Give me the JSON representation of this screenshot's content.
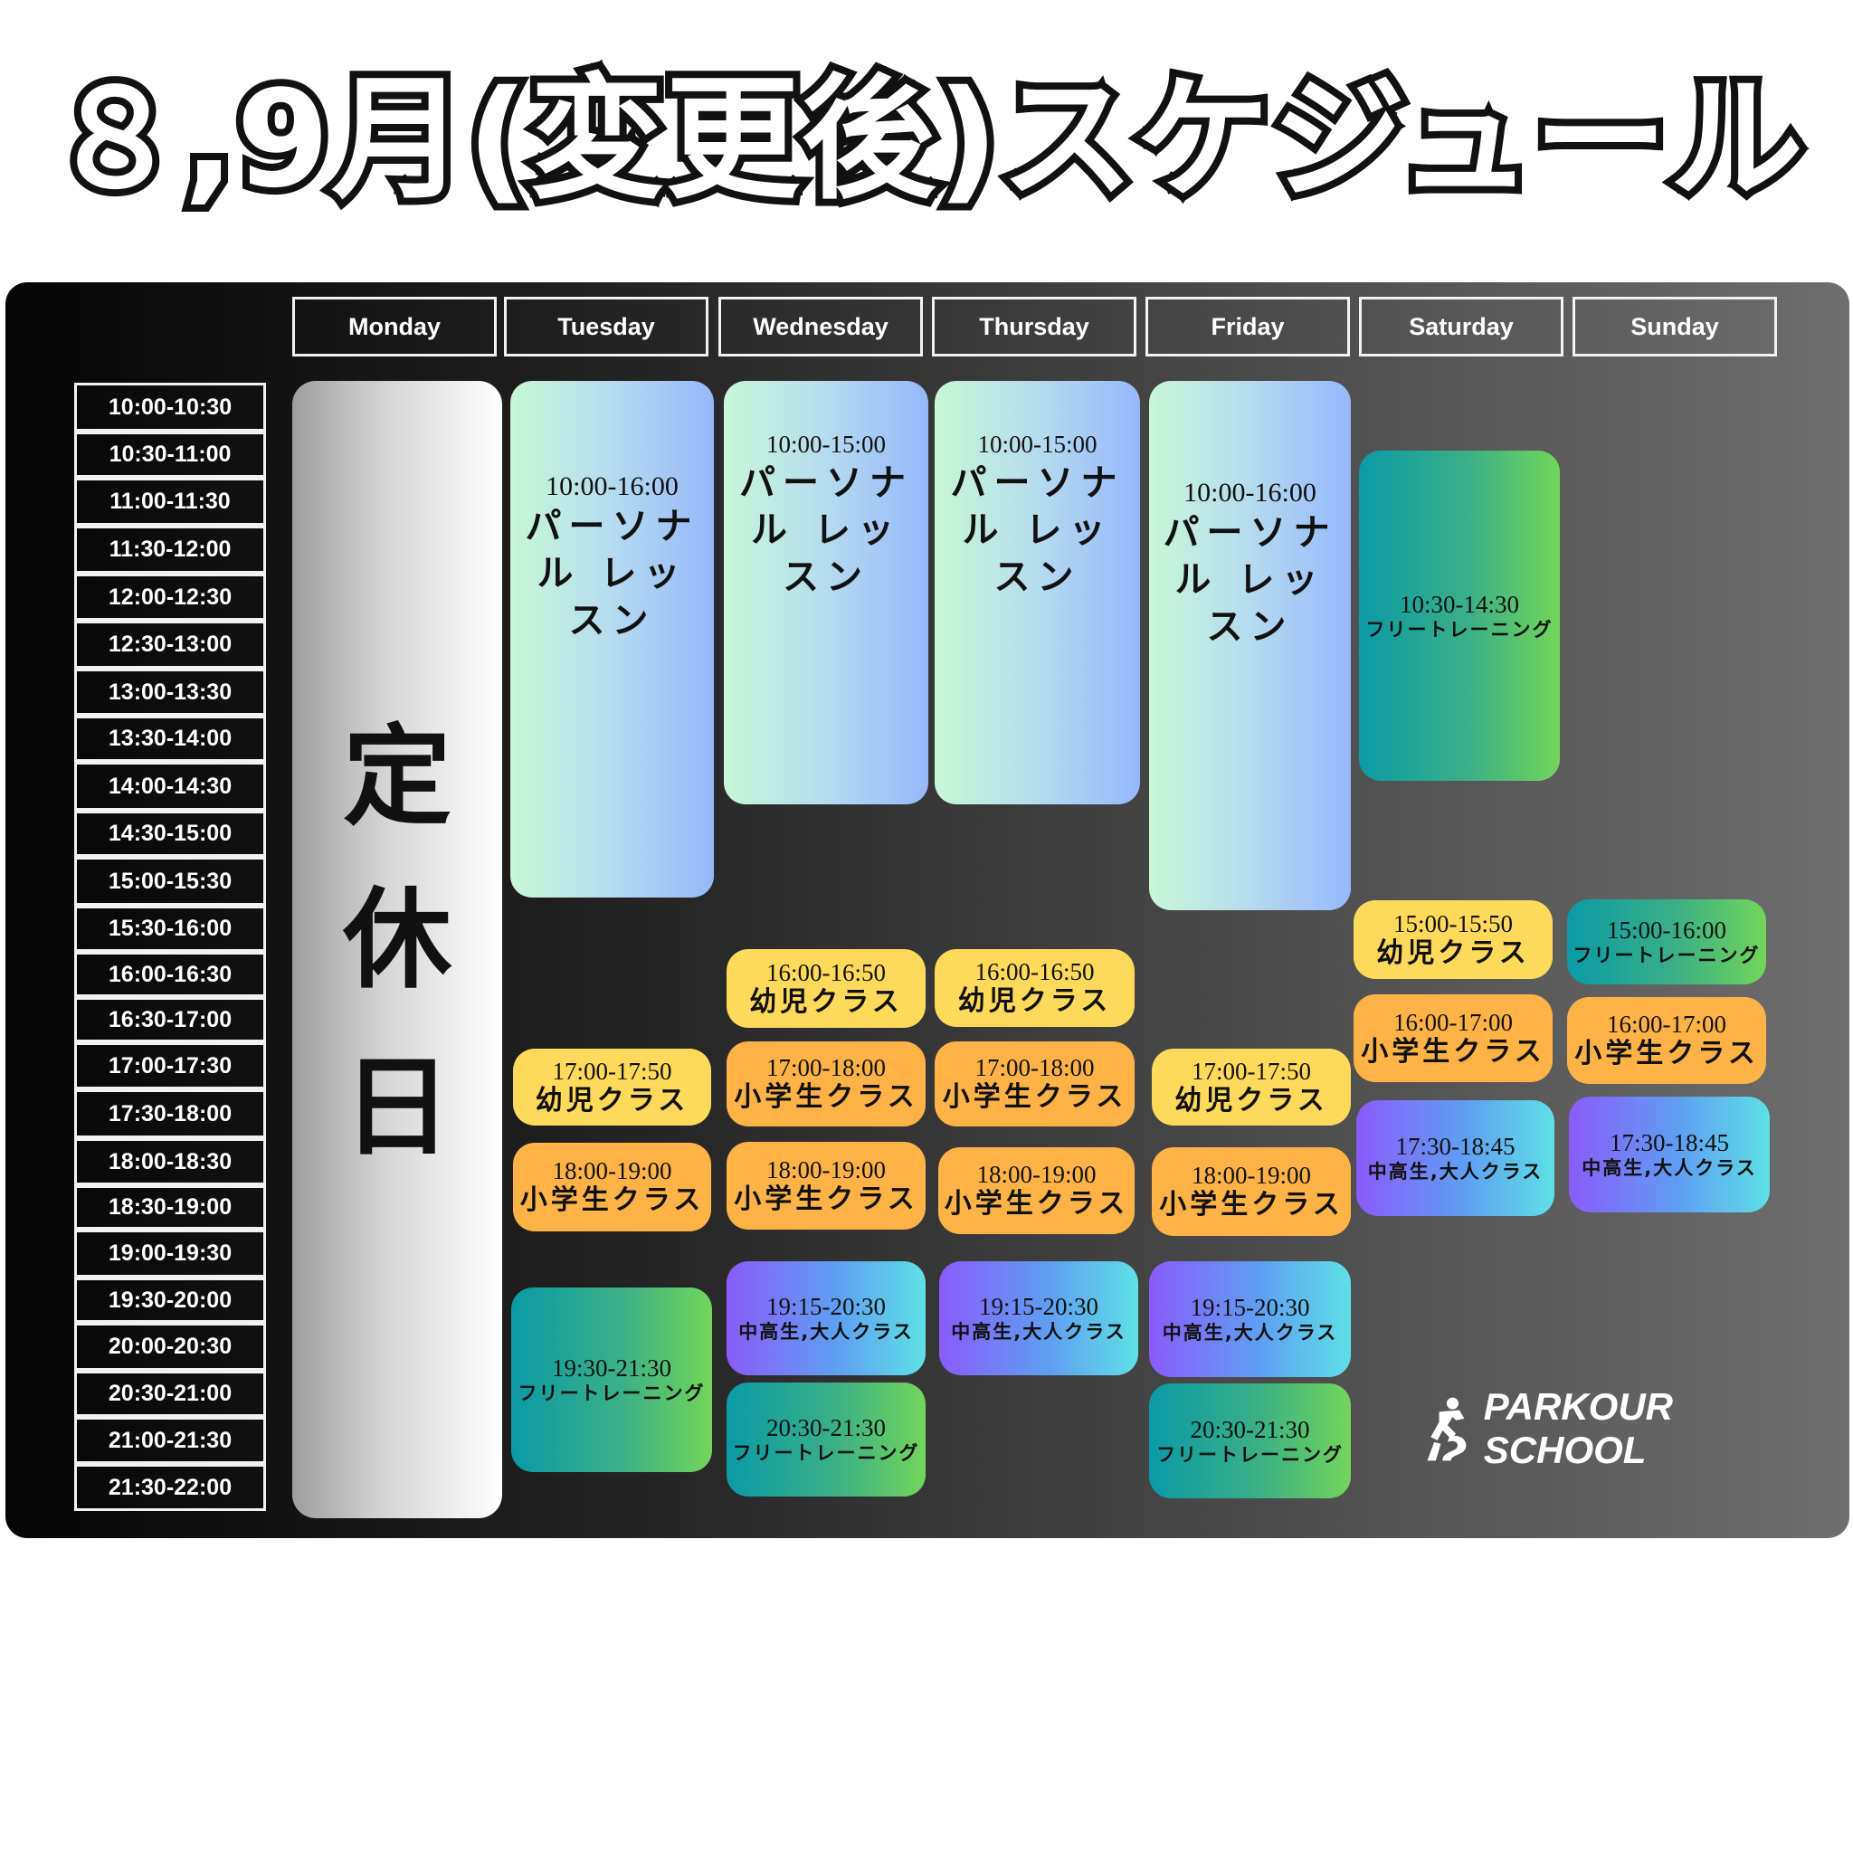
{
  "title": "８,9月(変更後)スケジュール",
  "days": [
    "Monday",
    "Tuesday",
    "Wednesday",
    "Thursday",
    "Friday",
    "Saturday",
    "Sunday"
  ],
  "times": [
    "10:00-10:30",
    "10:30-11:00",
    "11:00-11:30",
    "11:30-12:00",
    "12:00-12:30",
    "12:30-13:00",
    "13:00-13:30",
    "13:30-14:00",
    "14:00-14:30",
    "14:30-15:00",
    "15:00-15:30",
    "15:30-16:00",
    "16:00-16:30",
    "16:30-17:00",
    "17:00-17:30",
    "17:30-18:00",
    "18:00-18:30",
    "18:30-19:00",
    "19:00-19:30",
    "19:30-20:00",
    "20:00-20:30",
    "20:30-21:00",
    "21:00-21:30",
    "21:30-22:00"
  ],
  "monday_closed": [
    "定",
    "休",
    "日"
  ],
  "events": {
    "tue_personal": {
      "time": "10:00-16:00",
      "name": "パーソナル レッスン"
    },
    "tue_y": {
      "time": "17:00-17:50",
      "name": "幼児クラス"
    },
    "tue_e": {
      "time": "18:00-19:00",
      "name": "小学生クラス"
    },
    "tue_free": {
      "time": "19:30-21:30",
      "name": "フリートレーニング"
    },
    "wed_personal": {
      "time": "10:00-15:00",
      "name": "パーソナル レッスン"
    },
    "wed_y": {
      "time": "16:00-16:50",
      "name": "幼児クラス"
    },
    "wed_e1": {
      "time": "17:00-18:00",
      "name": "小学生クラス"
    },
    "wed_e2": {
      "time": "18:00-19:00",
      "name": "小学生クラス"
    },
    "wed_a": {
      "time": "19:15-20:30",
      "name": "中高生,大人クラス"
    },
    "wed_free": {
      "time": "20:30-21:30",
      "name": "フリートレーニング"
    },
    "thu_personal": {
      "time": "10:00-15:00",
      "name": "パーソナル レッスン"
    },
    "thu_y": {
      "time": "16:00-16:50",
      "name": "幼児クラス"
    },
    "thu_e1": {
      "time": "17:00-18:00",
      "name": "小学生クラス"
    },
    "thu_e2": {
      "time": "18:00-19:00",
      "name": "小学生クラス"
    },
    "thu_a": {
      "time": "19:15-20:30",
      "name": "中高生,大人クラス"
    },
    "fri_personal": {
      "time": "10:00-16:00",
      "name": "パーソナル レッスン"
    },
    "fri_y": {
      "time": "17:00-17:50",
      "name": "幼児クラス"
    },
    "fri_e": {
      "time": "18:00-19:00",
      "name": "小学生クラス"
    },
    "fri_a": {
      "time": "19:15-20:30",
      "name": "中高生,大人クラス"
    },
    "fri_free": {
      "time": "20:30-21:30",
      "name": "フリートレーニング"
    },
    "sat_free": {
      "time": "10:30-14:30",
      "name": "フリートレーニング"
    },
    "sat_y": {
      "time": "15:00-15:50",
      "name": "幼児クラス"
    },
    "sat_e": {
      "time": "16:00-17:00",
      "name": "小学生クラス"
    },
    "sat_a": {
      "time": "17:30-18:45",
      "name": "中高生,大人クラス"
    },
    "sun_free": {
      "time": "15:00-16:00",
      "name": "フリートレーニング"
    },
    "sun_e": {
      "time": "16:00-17:00",
      "name": "小学生クラス"
    },
    "sun_a": {
      "time": "17:30-18:45",
      "name": "中高生,大人クラス"
    }
  },
  "logo_text": "PARKOUR SCHOOL",
  "colors": {
    "personal": "#b6dbef",
    "free_training": "#3cb086",
    "toddler_class": "#ffd95a",
    "elementary_class": "#ffb347",
    "teen_adult_class": "#5f9ff2"
  }
}
